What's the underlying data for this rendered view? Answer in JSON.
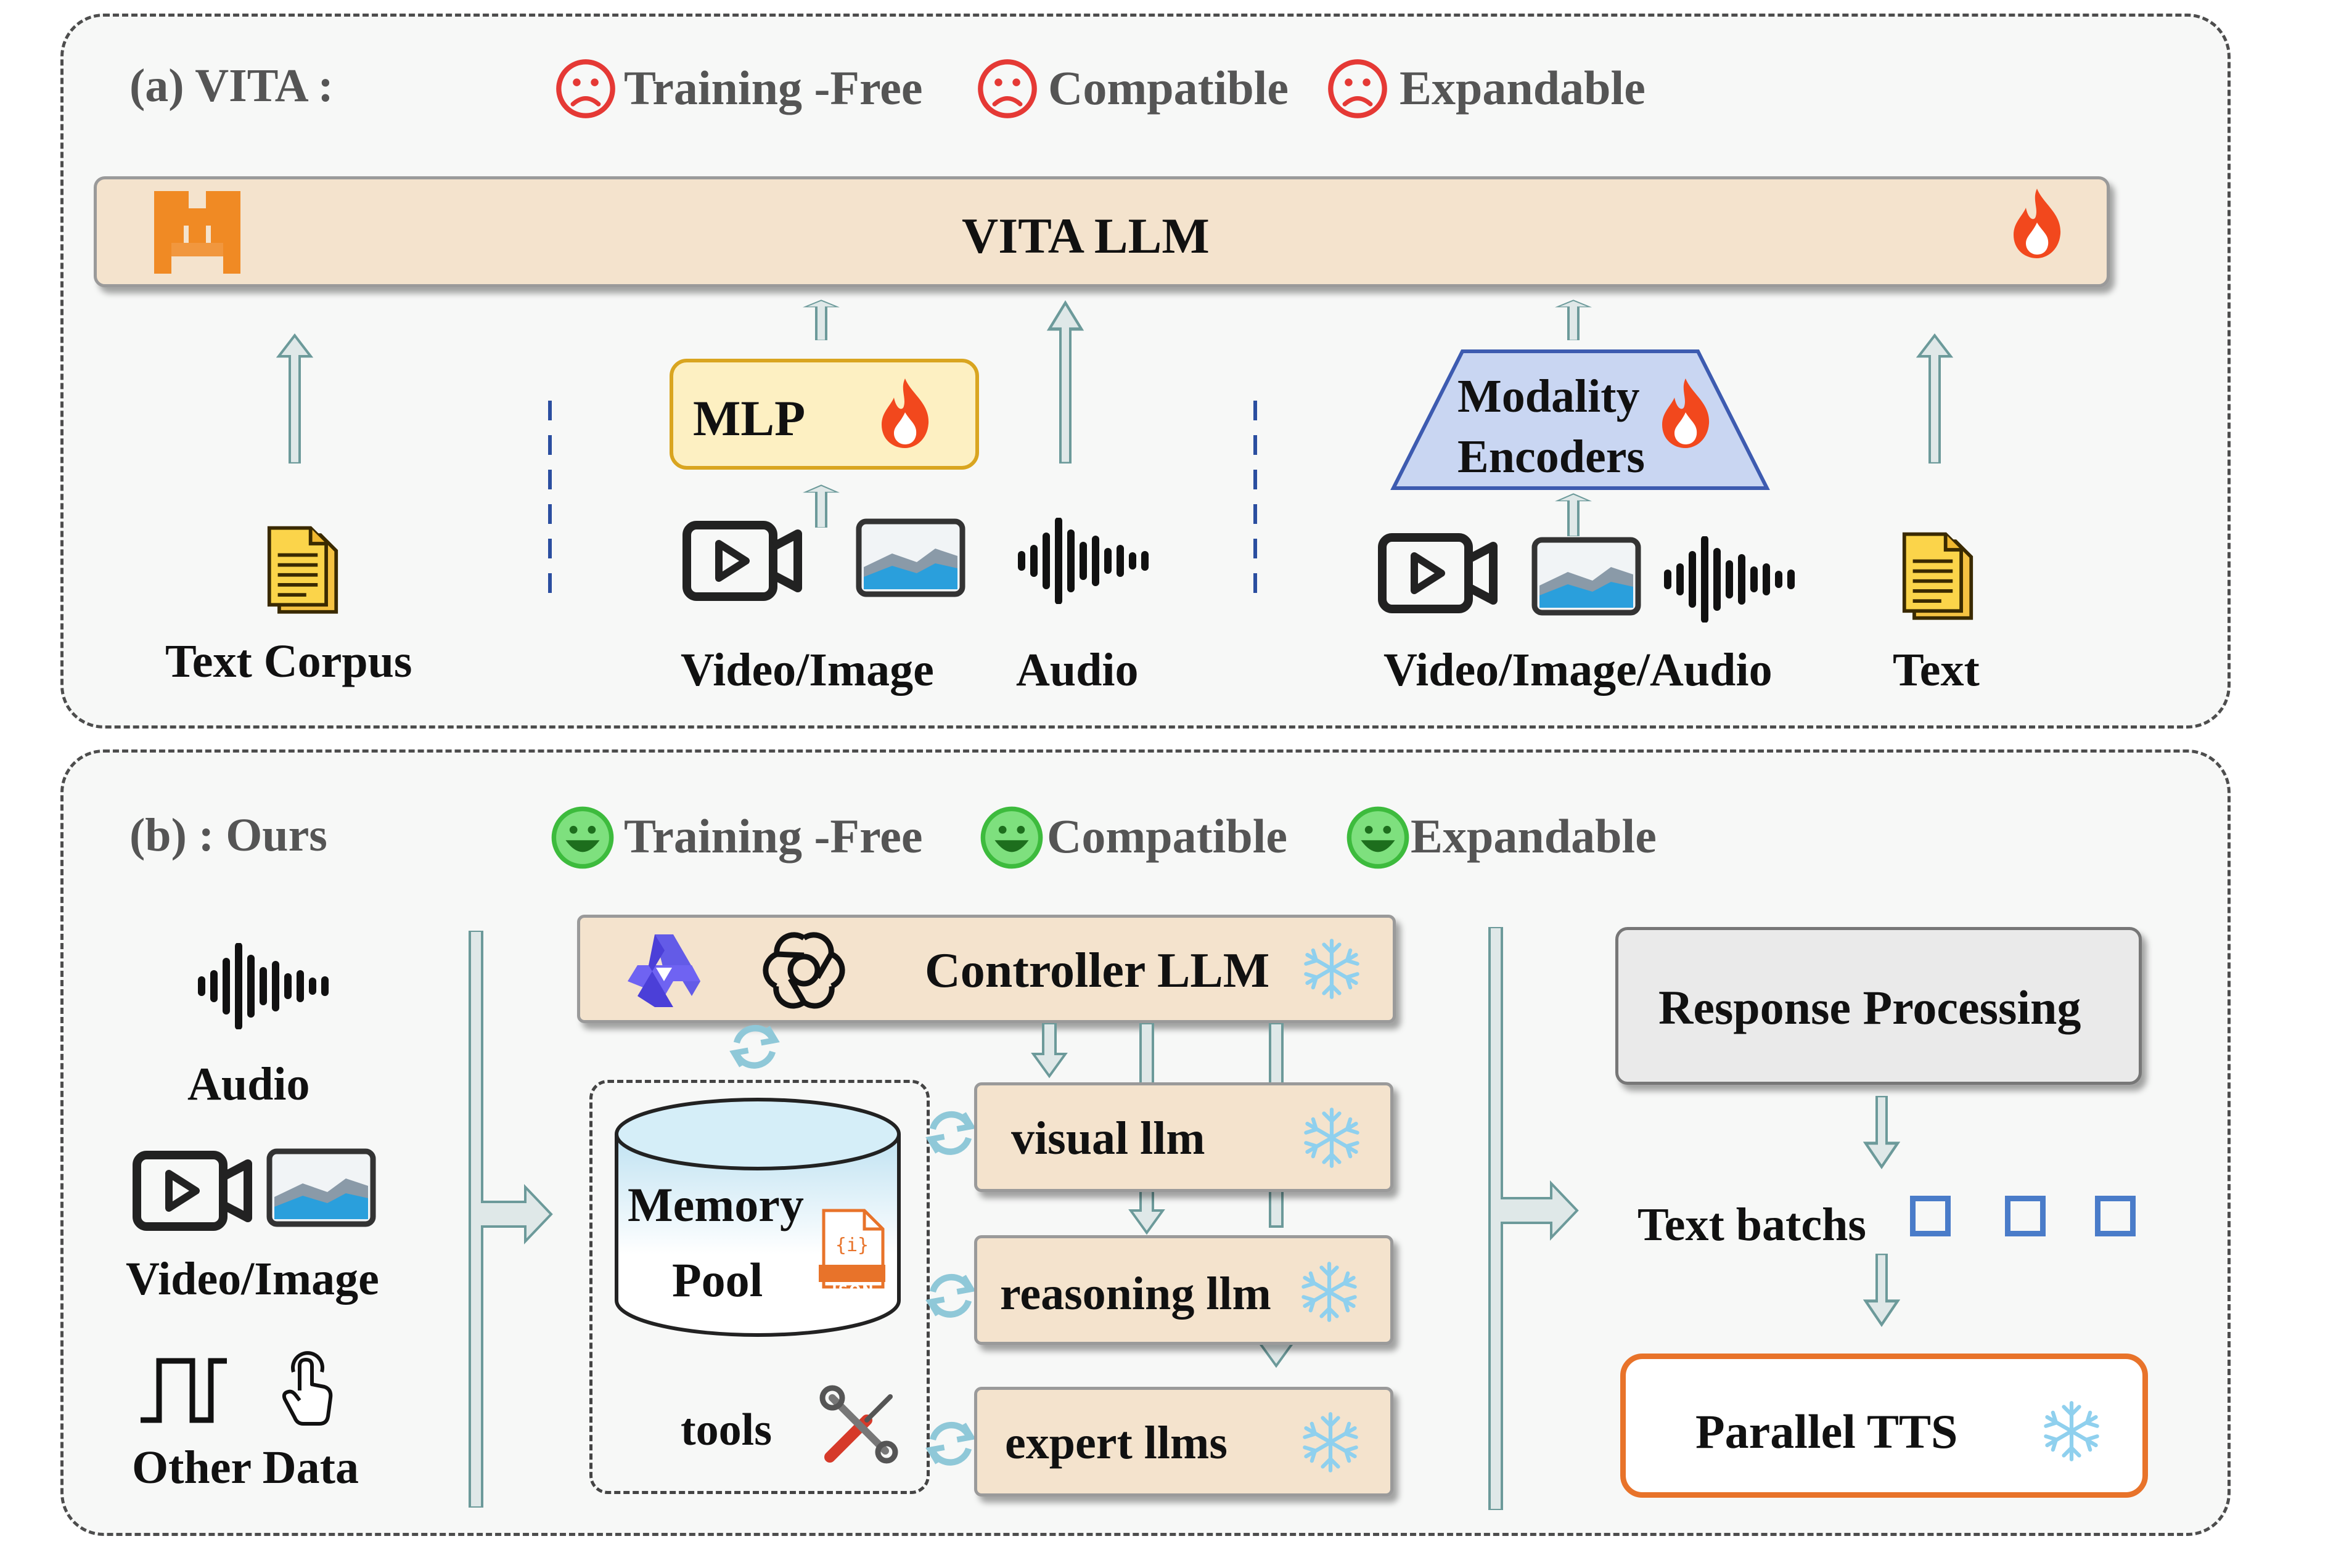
{
  "panel_a": {
    "label": "(a) VITA :",
    "properties": [
      "Training -Free",
      "Compatible",
      "Expandable"
    ],
    "llm": "VITA  LLM",
    "mlp": "MLP",
    "encoder_line1": "Modality",
    "encoder_line2": "Encoders",
    "inputs": {
      "text_corpus": "Text Corpus",
      "video_image": "Video/Image",
      "audio": "Audio",
      "video_image_audio": "Video/Image/Audio",
      "text": "Text"
    }
  },
  "panel_b": {
    "label": "(b) : Ours",
    "properties": [
      "Training -Free",
      "Compatible",
      "Expandable"
    ],
    "inputs": {
      "audio": "Audio",
      "video_image": "Video/Image",
      "other_data": "Other Data"
    },
    "controller": "Controller LLM",
    "memory_line1": "Memory",
    "memory_line2": "Pool",
    "json_badge": "JSON",
    "tools": "tools",
    "experts": [
      "visual llm",
      "reasoning llm",
      "expert llms"
    ],
    "response": "Response Processing",
    "text_batches": "Text batchs",
    "tts": "Parallel TTS"
  },
  "colors": {
    "sad": "#e53935",
    "happy": "#3dbb3d",
    "llm_fill": "#f4e3cd",
    "mlp_fill": "#fdf0c2",
    "mlp_border": "#d9a520",
    "encoder_fill": "#c9d6f2",
    "encoder_border": "#3d5bb0",
    "arrow_fill": "#dfe8e8",
    "arrow_stroke": "#6c9a9a",
    "tts_border": "#e8732a",
    "batch_square": "#4a7cc9"
  },
  "icons": [
    "sad-face-icon",
    "happy-face-icon",
    "mistral-logo-icon",
    "fire-icon",
    "snowflake-icon",
    "video-icon",
    "image-icon",
    "audio-wave-icon",
    "document-icon",
    "qwen-logo-icon",
    "openai-logo-icon",
    "json-file-icon",
    "tools-icon",
    "refresh-icon",
    "square-wave-icon",
    "touch-icon"
  ]
}
